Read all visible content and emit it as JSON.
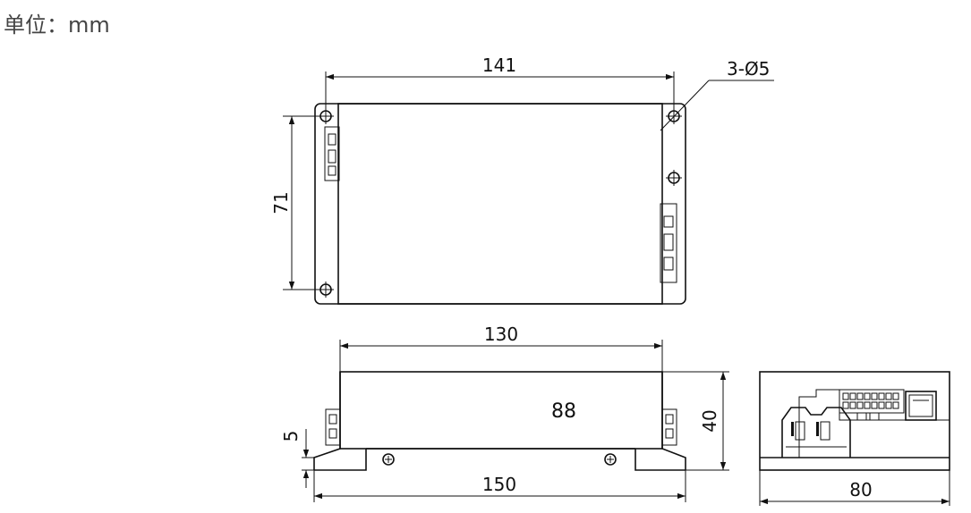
{
  "unit_label": "单位：mm",
  "dimensions": {
    "top_width": "141",
    "top_height": "71",
    "hole_callout": "3-Ø5",
    "front_body_width": "130",
    "front_total_width": "150",
    "front_height": "40",
    "foot_height": "5",
    "side_width": "80"
  },
  "front_label": "88"
}
